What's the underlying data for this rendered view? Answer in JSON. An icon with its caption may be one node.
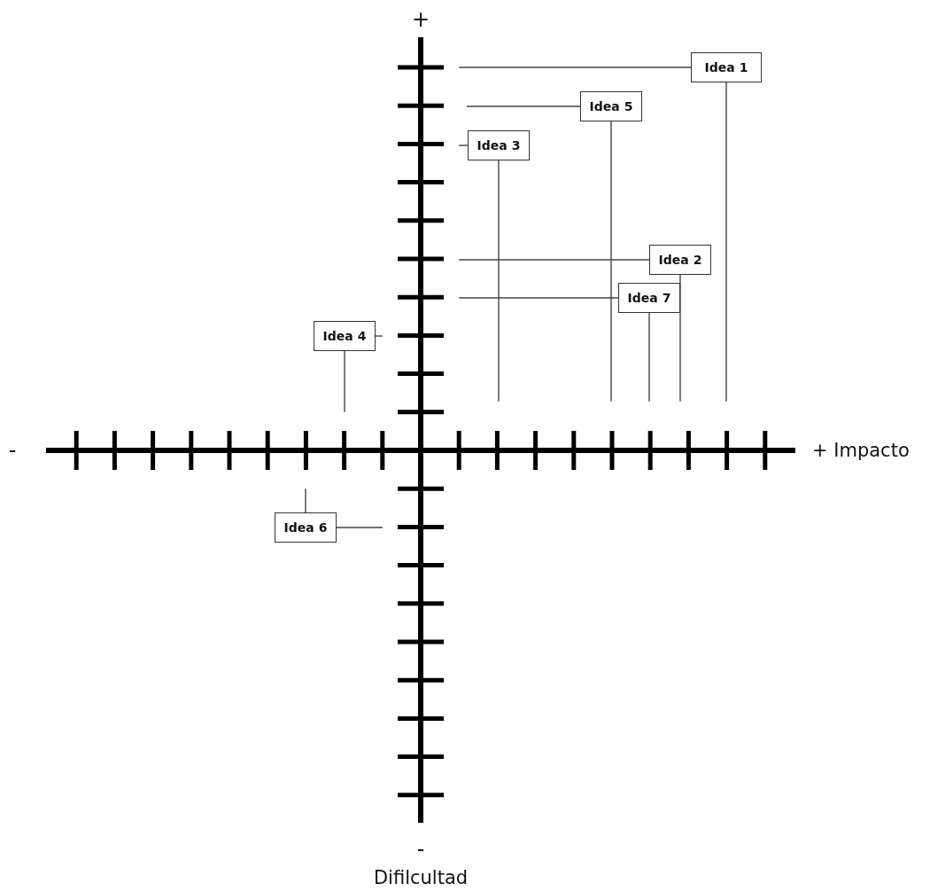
{
  "diagram": {
    "nodes": [
      {
        "text": [
          "Idea 1"
        ]
      },
      {
        "text": [
          "Idea 5"
        ]
      },
      {
        "text": [
          "Idea 3"
        ]
      },
      {
        "text": [
          "Idea 2"
        ]
      },
      {
        "text": [
          "Idea 7"
        ]
      },
      {
        "text": [
          "Idea 4"
        ]
      },
      {
        "text": [
          "Idea 6"
        ]
      }
    ],
    "edges": [
      {
        "from": 0,
        "to": null,
        "arrow": "none"
      },
      {
        "from": 0,
        "to": null,
        "arrow": "none"
      },
      {
        "from": 1,
        "to": null,
        "arrow": "none"
      },
      {
        "from": 1,
        "to": null,
        "arrow": "none"
      },
      {
        "from": 2,
        "to": null,
        "arrow": "none"
      },
      {
        "from": 2,
        "to": null,
        "arrow": "none"
      },
      {
        "from": 3,
        "to": null,
        "arrow": "none"
      },
      {
        "from": 3,
        "to": null,
        "arrow": "none"
      },
      {
        "from": 4,
        "to": null,
        "arrow": "none"
      },
      {
        "from": 4,
        "to": null,
        "arrow": "none"
      },
      {
        "from": 5,
        "to": null,
        "arrow": "none"
      },
      {
        "from": 5,
        "to": null,
        "arrow": "none"
      },
      {
        "from": 6,
        "to": null,
        "arrow": "none"
      },
      {
        "from": 6,
        "to": null,
        "arrow": "none"
      }
    ],
    "labels": [
      "+",
      "-",
      "+ Impacto",
      "-",
      "Difilcultad"
    ]
  }
}
